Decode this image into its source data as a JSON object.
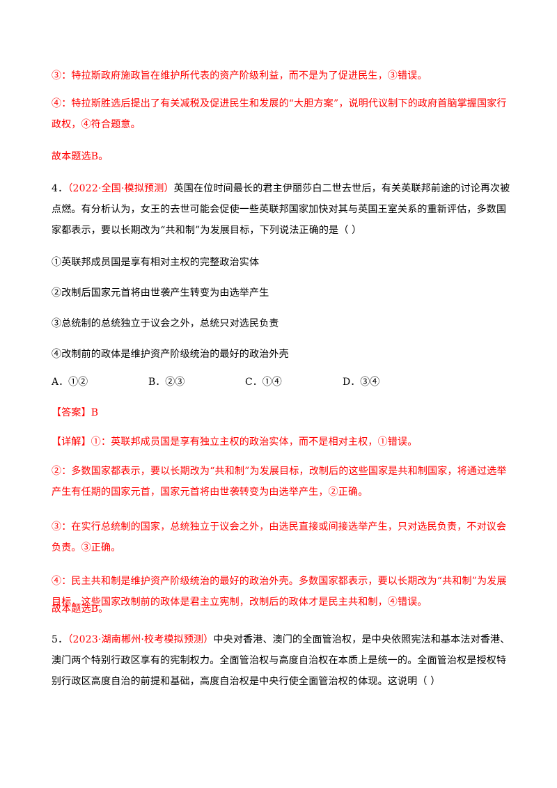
{
  "colors": {
    "red": "#ff0000",
    "black": "#000000"
  },
  "block1": {
    "p3": "③：特拉斯政府施政旨在维护所代表的资产阶级利益，而不是为了促进民生，③错误。",
    "p4": "④：特拉斯胜选后提出了有关减税及促进民生和发展的“大胆方案”，说明代议制下的政府首脑掌握国家行政权，④符合题意。",
    "conclusion": "故本题选B。"
  },
  "q4": {
    "num": "4．",
    "source": "（2022·全国·模拟预测）",
    "stem": "英国在位时间最长的君主伊丽莎白二世去世后，有关英联邦前途的讨论再次被点燃。有分析认为，女王的去世可能会促使一些英联邦国家加快对其与英国王室关系的重新评估，多数国家都表示，要以长期改为“共和制”为发展目标，下列说法正确的是（    ）",
    "statements": [
      "①英联邦成员国是享有相对主权的完整政治实体",
      "②改制后国家元首将由世袭产生转变为由选举产生",
      "③总统制的总统独立于议会之外，总统只对选民负责",
      "④改制前的政体是维护资产阶级统治的最好的政治外壳"
    ],
    "options": [
      "A．①②",
      "B．②③",
      "C．①④",
      "D．③④"
    ],
    "answer": "【答案】B",
    "detail": [
      "【详解】①：英联邦成员国是享有独立主权的政治实体，而不是相对主权，①错误。",
      "②：多数国家都表示，要以长期改为“共和制”为发展目标，改制后的这些国家是共和制国家，将通过选举产生有任期的国家元首，国家元首将由世袭转变为由选举产生，②正确。",
      "③：在实行总统制的国家，总统独立于议会之外，由选民直接或间接选举产生，只对选民负责，不对议会负责。③正确。",
      "④：民主共和制是维护资产阶级统治的最好的政治外壳。多数国家都表示，要以长期改为“共和制”为发展目标，这些国家改制前的政体是君主立宪制，改制后的政体才是民主共和制，④错误。"
    ],
    "conclusion": "故本题选B。"
  },
  "q5": {
    "num": "5．",
    "source": "（2023·湖南郴州·校考模拟预测）",
    "stem": "中央对香港、澳门的全面管治权，是中央依照宪法和基本法对香港、澳门两个特别行政区享有的宪制权力。全面管治权与高度自治权在本质上是统一的。全面管治权是授权特别行政区高度自治的前提和基础，高度自治权是中央行使全面管治权的体现。这说明（    ）"
  }
}
